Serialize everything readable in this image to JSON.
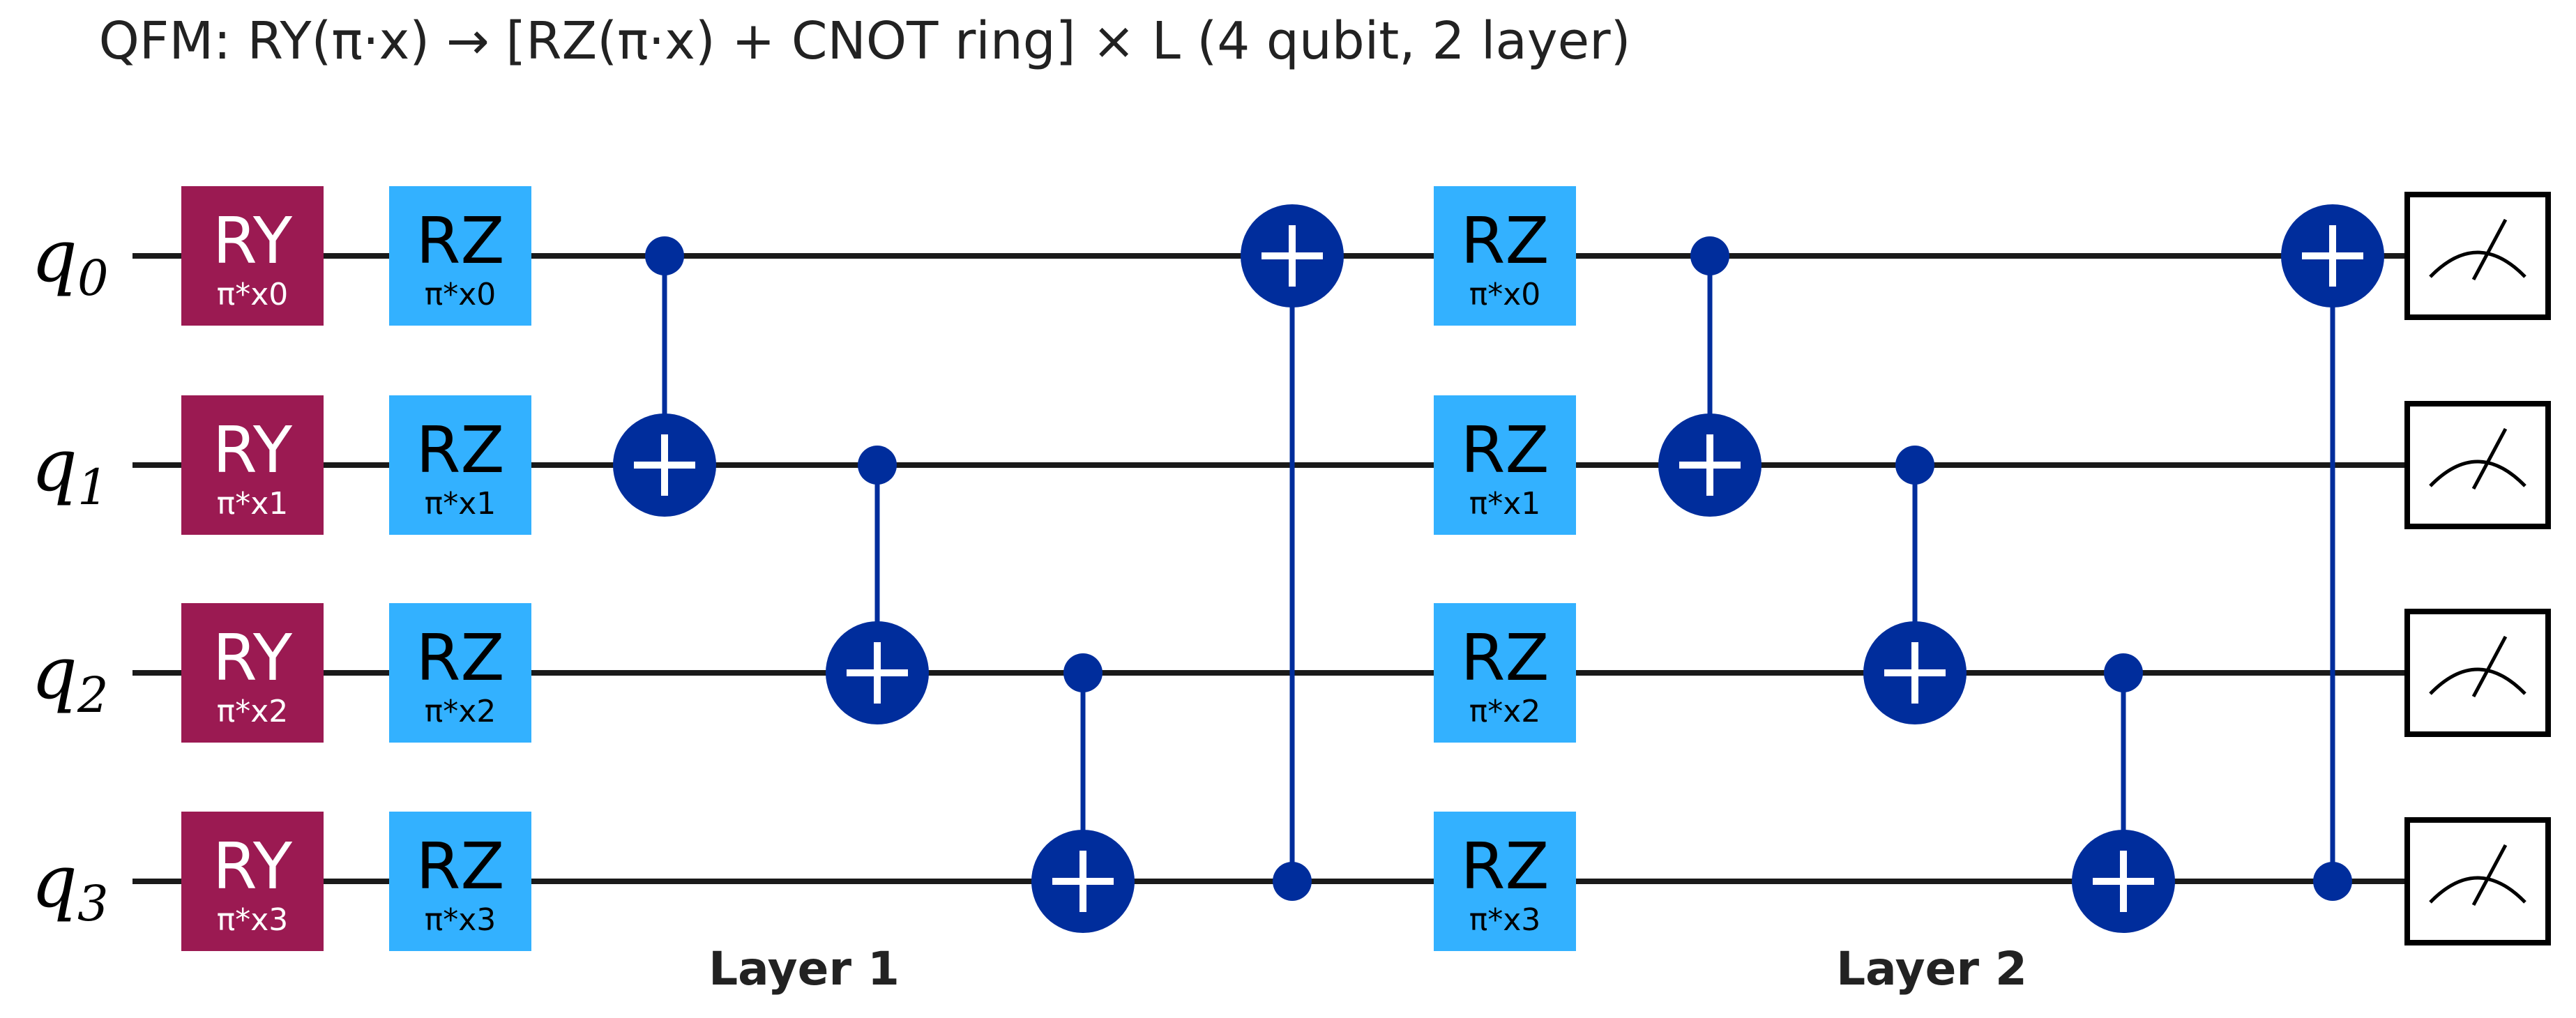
{
  "title": "QFM: RY(π·x) → [RZ(π·x) + CNOT ring] × L  (4 qubit, 2 layer)",
  "colors": {
    "wire": "#1a1a1a",
    "ry_gate": "#9b1a52",
    "rz_gate": "#33b1ff",
    "cnot": "#002d9c",
    "measure_border": "#000000"
  },
  "qubits": [
    {
      "name": "q",
      "index": "0"
    },
    {
      "name": "q",
      "index": "1"
    },
    {
      "name": "q",
      "index": "2"
    },
    {
      "name": "q",
      "index": "3"
    }
  ],
  "encoding": {
    "gate": "RY",
    "params": [
      "π*x0",
      "π*x1",
      "π*x2",
      "π*x3"
    ]
  },
  "layers": [
    {
      "label": "Layer 1",
      "rotation": {
        "gate": "RZ",
        "params": [
          "π*x0",
          "π*x1",
          "π*x2",
          "π*x3"
        ]
      },
      "cnots": [
        {
          "control": 0,
          "target": 1
        },
        {
          "control": 1,
          "target": 2
        },
        {
          "control": 2,
          "target": 3
        },
        {
          "control": 3,
          "target": 0
        }
      ]
    },
    {
      "label": "Layer 2",
      "rotation": {
        "gate": "RZ",
        "params": [
          "π*x0",
          "π*x1",
          "π*x2",
          "π*x3"
        ]
      },
      "cnots": [
        {
          "control": 0,
          "target": 1
        },
        {
          "control": 1,
          "target": 2
        },
        {
          "control": 2,
          "target": 3
        },
        {
          "control": 3,
          "target": 0
        }
      ]
    }
  ],
  "measurements": [
    "measure-icon",
    "measure-icon",
    "measure-icon",
    "measure-icon"
  ]
}
